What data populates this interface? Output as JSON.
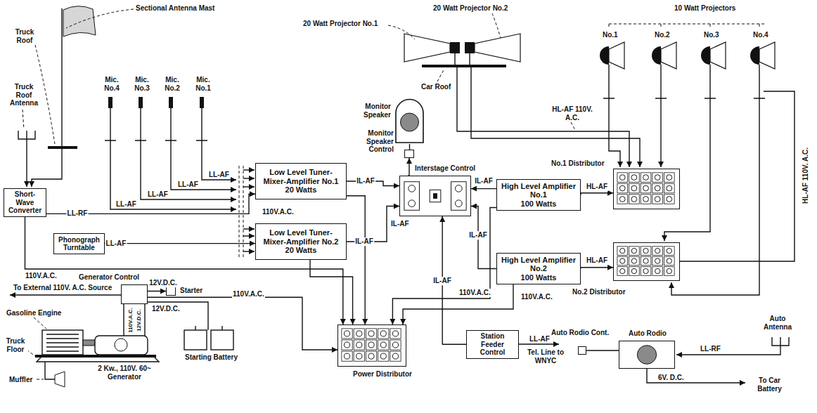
{
  "diagram": {
    "nodes": [
      {
        "text": [
          "Short-Wave Converter"
        ]
      },
      {
        "text": [
          "Phonograph Turntable"
        ]
      },
      {
        "text": [
          "Low Level Tuner-Mixer-Amplifier No.1",
          "20 Watts"
        ]
      },
      {
        "text": [
          "Low Level Tuner-Mixer-Amplifier No.2",
          "20 Watts"
        ]
      },
      {
        "text": [
          "Interstage Control"
        ]
      },
      {
        "text": [
          "Monitor Speaker"
        ]
      },
      {
        "text": [
          "Monitor Speaker Control"
        ]
      },
      {
        "text": [
          "High Level Amplifier No.1",
          "100 Watts"
        ]
      },
      {
        "text": [
          "High Level Amplifier No.2",
          "100 Watts"
        ]
      },
      {
        "text": [
          "No.1 Distributor"
        ]
      },
      {
        "text": [
          "No.2 Distributor"
        ]
      },
      {
        "text": [
          "Generator Control"
        ]
      },
      {
        "text": [
          "Starter"
        ]
      },
      {
        "text": [
          "Power Distributor"
        ]
      },
      {
        "text": [
          "Station Feeder Control"
        ]
      },
      {
        "text": [
          "Auto Rodio Cont."
        ]
      },
      {
        "text": [
          "Auto Rodio"
        ]
      }
    ],
    "edges": [
      {
        "from": 2,
        "to": 4,
        "arrow": "to",
        "label": "IL-AF"
      },
      {
        "from": 3,
        "to": 4,
        "arrow": "to",
        "label": "IL-AF"
      },
      {
        "from": 7,
        "to": 4,
        "arrow": "to",
        "label": "IL-AF"
      },
      {
        "from": 8,
        "to": 4,
        "arrow": "to",
        "label": "IL-AF"
      },
      {
        "from": 6,
        "to": 5,
        "arrow": "none"
      },
      {
        "from": 4,
        "to": 6,
        "arrow": "to"
      },
      {
        "from": 7,
        "to": 9,
        "arrow": "to",
        "label": "HL-AF"
      },
      {
        "from": 8,
        "to": 10,
        "arrow": "to",
        "label": "HL-AF"
      },
      {
        "from": 14,
        "to": 4,
        "arrow": "to",
        "label": "IL-AF"
      },
      {
        "from": 0,
        "to": 2,
        "arrow": "to",
        "label": "LL-RF"
      },
      {
        "from": 1,
        "to": 3,
        "arrow": "to",
        "label": "LL-AF"
      },
      {
        "from": 0,
        "to": 13,
        "arrow": "to"
      },
      {
        "from": 2,
        "to": 13,
        "arrow": "to"
      },
      {
        "from": 3,
        "to": 13,
        "arrow": "to"
      },
      {
        "from": 7,
        "to": 13,
        "arrow": "to"
      },
      {
        "from": 8,
        "to": 13,
        "arrow": "to"
      },
      {
        "from": 11,
        "to": 12,
        "arrow": "to",
        "label": "12V.D.C."
      },
      {
        "from": 11,
        "to": 13,
        "arrow": "to"
      },
      {
        "from": 15,
        "to": 16,
        "arrow": "none"
      }
    ],
    "labels": [
      "Sectional Antenna Mast",
      "Truck Roof",
      "Truck Roof Antenna",
      "Mic. No.4",
      "Mic. No.3",
      "Mic. No.2",
      "Mic. No.1",
      "LL-AF",
      "LL-AF",
      "LL-AF",
      "LL-AF",
      "110V.A.C.",
      "110V.A.C.",
      "20 Watt Projector No.1",
      "20 Watt Projector No.2",
      "Car Roof",
      "10 Watt Projectors",
      "No.1",
      "No.2",
      "No.3",
      "No.4",
      "HL-AF 110V. A.C.",
      "HL-AF 110V. A.C.",
      "IL-AF",
      "110V.A.C.",
      "110V.A.C.",
      "To External 110V. A.C. Source",
      "Gasoline Engine",
      "Truck Floor",
      "Muffler",
      "2 Kw., 110V. 60~ Generator",
      "110V.A.C.",
      "12V.D.C.",
      "110V.A.C.",
      "12V.D.C.",
      "Starting Battery",
      "LL-AF",
      "Tel. Line to WNYC",
      "Auto Antenna",
      "LL-RF",
      "6V. D.C.",
      "To Car Battery"
    ]
  }
}
